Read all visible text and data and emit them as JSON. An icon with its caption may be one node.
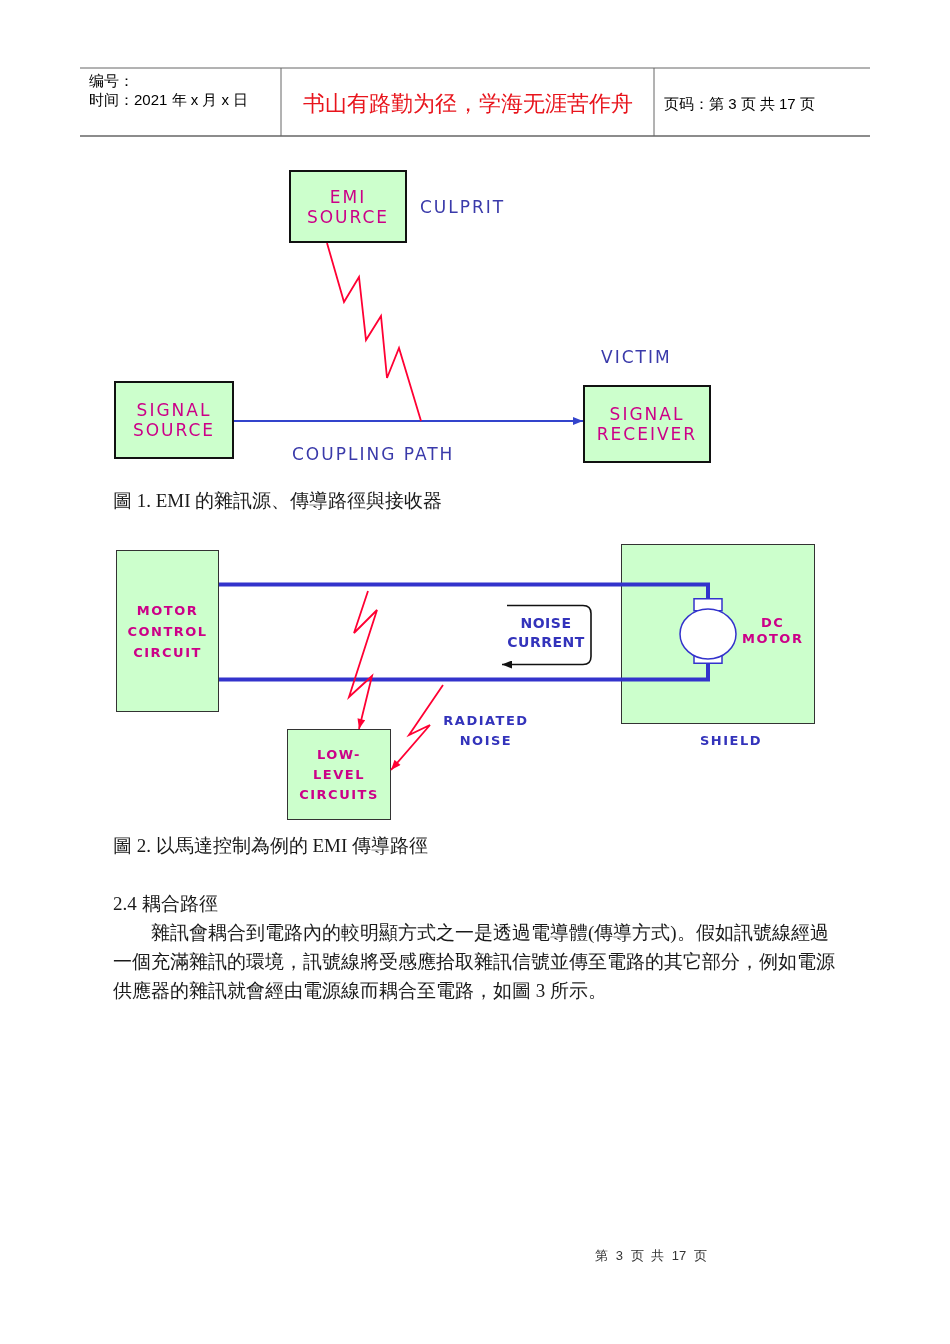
{
  "diagram": {
    "nodes": [
      {
        "text": [
          "EMI SOURCE"
        ],
        "beside": [
          "CULPRIT"
        ]
      },
      {
        "text": [
          "SIGNAL SOURCE"
        ]
      },
      {
        "text": [
          "SIGNAL RECEIVER"
        ],
        "beside": [
          "VICTIM"
        ]
      },
      {
        "text": [
          "MOTOR CONTROL CIRCUIT"
        ]
      },
      {
        "text": [],
        "shape": "box",
        "beside": [
          "SHIELD"
        ]
      },
      {
        "text": [],
        "shape": "circle",
        "in": 4,
        "beside": [
          "DC MOTOR"
        ]
      },
      {
        "text": [
          "LOW-LEVEL CIRCUITS"
        ]
      }
    ],
    "edges": [
      {
        "from": 1,
        "to": 2,
        "arrow": "to",
        "label": "COUPLING PATH",
        "color": "#3344cc"
      },
      {
        "from": 0,
        "to": null,
        "arrow": "none",
        "color": "#ff0033"
      },
      {
        "from": 3,
        "to": 5,
        "arrow": "none",
        "style": "thick",
        "color": "#3333cc"
      },
      {
        "from": 3,
        "to": 5,
        "arrow": "none",
        "style": "thick",
        "color": "#3333cc"
      },
      {
        "from": null,
        "to": 6,
        "arrow": "to",
        "color": "#ff0033"
      },
      {
        "from": null,
        "to": 6,
        "arrow": "to",
        "color": "#ff0033"
      }
    ],
    "labels": [
      "编号：",
      "时间：2021 年 x 月 x 日",
      "书山有路勤为径，学海无涯苦作舟",
      "页码：第 3 页 共 17 页",
      "圖 1. EMI 的雜訊源、傳導路徑與接收器",
      "NOISE CURRENT",
      "RADIATED NOISE",
      "圖 2. 以馬達控制為例的 EMI 傳導路徑",
      "2.4 耦合路徑",
      "雜訊會耦合到電路內的較明顯方式之一是透過電導體(傳導方式)。假如訊號線經過一個充滿雜訊的環境，訊號線將受感應拾取雜訊信號並傳至電路的其它部分，例如電源供應器的雜訊就會經由電源線而耦合至電路，如圖 3 所示。",
      "第 3 页 共 17 页"
    ]
  }
}
